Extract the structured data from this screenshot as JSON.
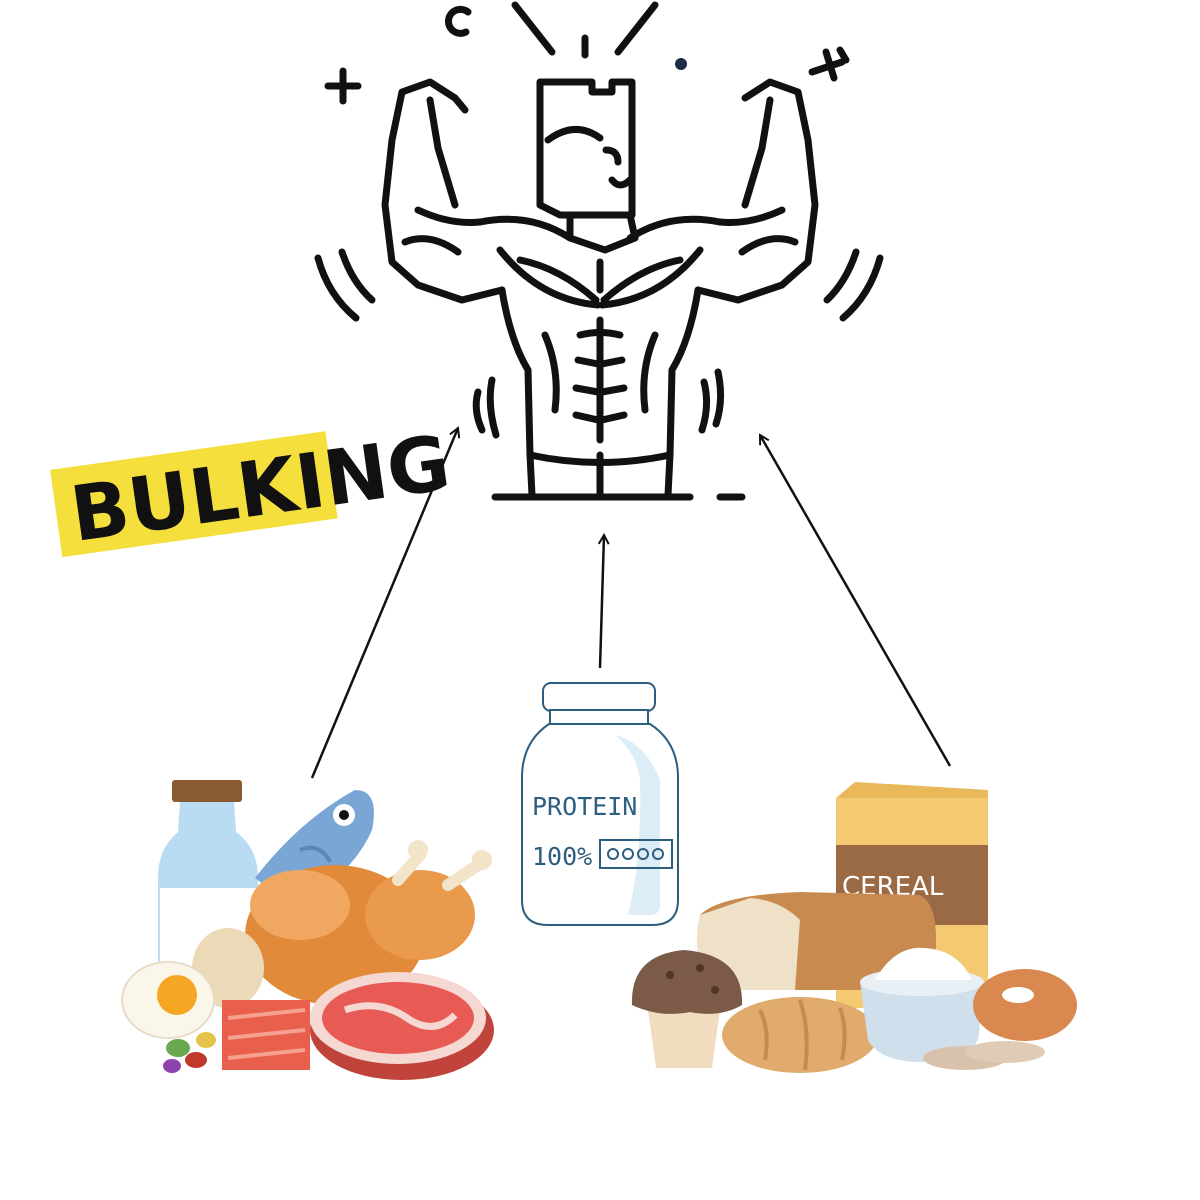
{
  "title": "BULKING",
  "jar": {
    "line1": "PROTEIN",
    "line2": "100%"
  },
  "cereal_box": {
    "label": "CEREAL"
  },
  "colors": {
    "ink": "#111111",
    "badge_yellow": "#f5df3c",
    "jar_stroke": "#2e5e7e",
    "jar_fill": "#dcedf8",
    "meat_red": "#d9534f",
    "chicken_orange": "#e08a3a",
    "fish_blue": "#7aa6d6",
    "bread_tan": "#d9a46a",
    "cereal_yellow": "#f3c971",
    "cereal_brown": "#9a6a45"
  },
  "icons": [
    "muscle-man-icon",
    "protein-jar-icon",
    "milk-bottle-icon",
    "fish-icon",
    "chicken-icon",
    "steak-icon",
    "salmon-icon",
    "egg-icon",
    "beans-icon",
    "cereal-box-icon",
    "bread-icon",
    "muffin-icon",
    "croissant-icon",
    "flour-bowl-icon",
    "bagel-icon",
    "arrow-icon"
  ]
}
